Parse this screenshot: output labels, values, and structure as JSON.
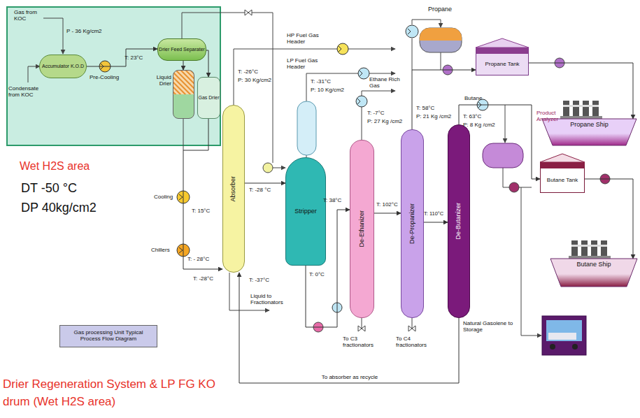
{
  "diagram": {
    "nodes": [
      {
        "text": [
          "Accumulator K.O.D"
        ]
      },
      {
        "text": [
          "Drier Feed Separater"
        ]
      },
      {
        "text": [
          "Liquid Drier"
        ]
      },
      {
        "text": [
          "Gas Drier"
        ]
      },
      {
        "text": [
          "Absorber"
        ]
      },
      {
        "text": [
          "Stripper"
        ]
      },
      {
        "text": [
          "De-Ethanizer"
        ]
      },
      {
        "text": [
          "De-Propanizer"
        ]
      },
      {
        "text": [
          "De-Butanizer"
        ]
      },
      {
        "text": [
          "Propane Tank"
        ]
      },
      {
        "text": [
          "Propane Ship"
        ]
      },
      {
        "text": [
          "Butane Tank"
        ]
      },
      {
        "text": [
          "Butane Ship"
        ]
      },
      {
        "text": [
          "Gas processing Unit Typical Process Flow Diagram"
        ]
      }
    ],
    "edges": [
      {
        "from": 0,
        "to": 1,
        "arrow": "to"
      },
      {
        "from": 1,
        "to": 2,
        "arrow": "to"
      },
      {
        "from": 1,
        "to": 3,
        "arrow": "to"
      },
      {
        "from": 3,
        "to": 4,
        "arrow": "to"
      },
      {
        "from": 4,
        "to": 5,
        "arrow": "to"
      },
      {
        "from": 5,
        "to": 6,
        "arrow": "to"
      },
      {
        "from": 6,
        "to": 7,
        "arrow": "to"
      },
      {
        "from": 7,
        "to": 8,
        "arrow": "to"
      },
      {
        "from": 7,
        "to": 9,
        "arrow": "to"
      },
      {
        "from": 8,
        "to": 11,
        "arrow": "to"
      },
      {
        "from": 9,
        "to": 10,
        "arrow": "to"
      },
      {
        "from": 11,
        "to": 12,
        "arrow": "to"
      },
      {
        "from": 8,
        "to": 4,
        "arrow": "to",
        "label": "To absorber as recycle"
      }
    ],
    "labels": [
      "Gas from KOC",
      "P - 36 Kg/cm2",
      "T: 23°C",
      "Pre-Cooling",
      "Condensate from KOC",
      "Wet H2S area",
      "DT -50 °C",
      "DP 40kg/cm2",
      "T: -26°C",
      "P: 30 Kg/cm2",
      "HP Fuel Gas Header",
      "LP Fuel Gas Header",
      "T: -31°C",
      "P: 10 Kg/cm2",
      "Ethane Rich Gas",
      "T: -7°C",
      "P: 27 Kg /cm2",
      "T: 58°C",
      "P: 21 Kg /cm2",
      "Propane",
      "Butane",
      "T: 63°C",
      "P: 8 Kg /cm2",
      "Product Analyzer",
      "Cooling",
      "T: 15°C",
      "Chillers",
      "T: - 28°C",
      "T: -28 °C",
      "T: -28°C",
      "T: -37°C",
      "Liquid to Fractionators",
      "T: 0°C",
      "T: 38°C",
      "T: 102°C",
      "T: 110°C",
      "To C3 fractionators",
      "To C4 fractionators",
      "Natural Gasolene to Storage",
      "Drier Regeneration System & LP FG KO drum (Wet H2S area)"
    ]
  }
}
